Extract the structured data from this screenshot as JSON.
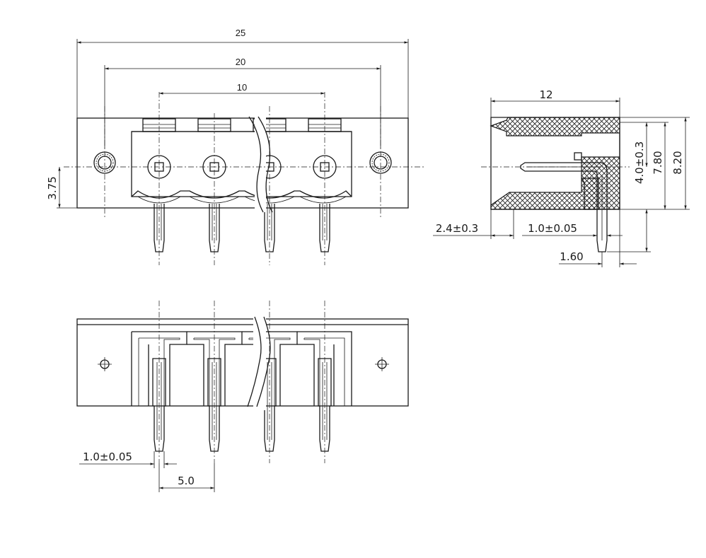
{
  "dimensions": {
    "front_overall": "25",
    "front_mount_span": "20",
    "front_pin_span": "10",
    "front_height": "3.75",
    "side_depth": "12",
    "side_pin_height": "4.0±0.3",
    "side_body_height_inner": "7.80",
    "side_body_height_outer": "8.20",
    "side_offset": "2.4±0.3",
    "side_pin_thickness": "1.0±0.05",
    "side_pin_offset": "1.60",
    "bottom_pin_thickness": "1.0±0.05",
    "bottom_pitch": "5.0"
  }
}
